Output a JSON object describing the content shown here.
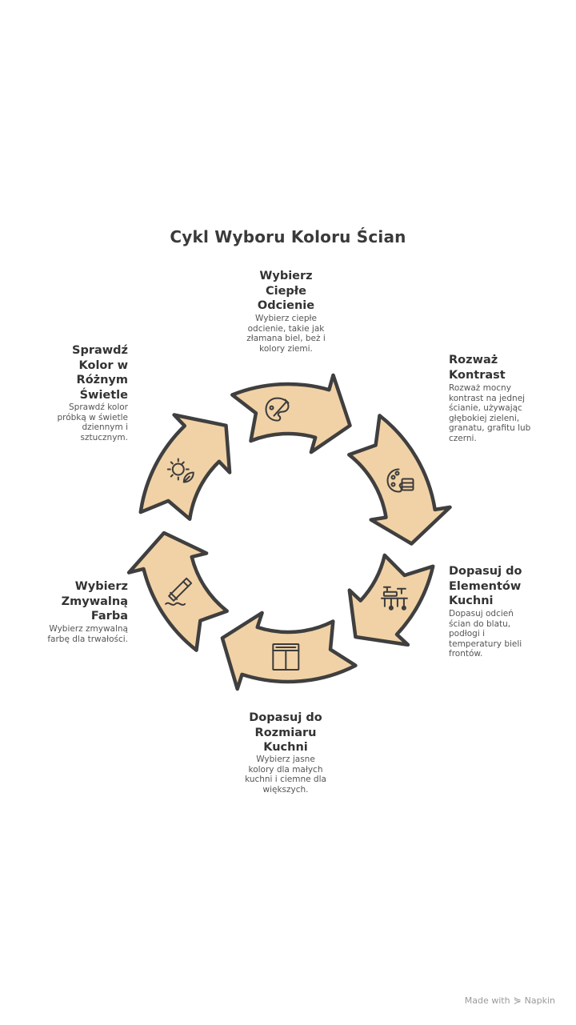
{
  "title": "Cykl Wyboru Koloru Ścian",
  "steps": [
    {
      "id": "warm",
      "icon": "paint-palette-brush-icon",
      "head": [
        "Wybierz",
        "Ciepłe",
        "Odcienie"
      ],
      "desc": [
        "Wybierz ciepłe",
        "odcienie, takie jak",
        "złamana biel, beż i",
        "kolory ziemi."
      ]
    },
    {
      "id": "contrast",
      "icon": "palette-swatch-icon",
      "head": [
        "Rozważ",
        "Kontrast"
      ],
      "desc": [
        "Rozważ mocny",
        "kontrast na jednej",
        "ścianie, używając",
        "głębokiej zieleni,",
        "granatu, grafitu lub",
        "czerni."
      ]
    },
    {
      "id": "elements",
      "icon": "kitchen-utensils-icon",
      "head": [
        "Dopasuj do",
        "Elementów",
        "Kuchni"
      ],
      "desc": [
        "Dopasuj odcień",
        "ścian do blatu,",
        "podłogi i",
        "temperatury bieli",
        "frontów."
      ]
    },
    {
      "id": "size",
      "icon": "window-frame-icon",
      "head": [
        "Dopasuj do",
        "Rozmiaru",
        "Kuchni"
      ],
      "desc": [
        "Wybierz jasne",
        "kolory dla małych",
        "kuchni i ciemne dla",
        "większych."
      ]
    },
    {
      "id": "washable",
      "icon": "paint-tube-icon",
      "head": [
        "Wybierz",
        "Zmywalną",
        "Farba"
      ],
      "desc": [
        "Wybierz zmywalną",
        "farbę dla trwałości."
      ]
    },
    {
      "id": "light",
      "icon": "sun-leaf-icon",
      "head": [
        "Sprawdź",
        "Kolor w",
        "Różnym",
        "Świetle"
      ],
      "desc": [
        "Sprawdź kolor",
        "próbką w świetle",
        "dziennym i",
        "sztucznym."
      ]
    }
  ],
  "colors": {
    "ring_fill": "#f1d2a6",
    "ring_stroke": "#3f3f3f",
    "text": "#333333"
  },
  "footer": {
    "made_with": "Made with",
    "brand": "Napkin"
  }
}
